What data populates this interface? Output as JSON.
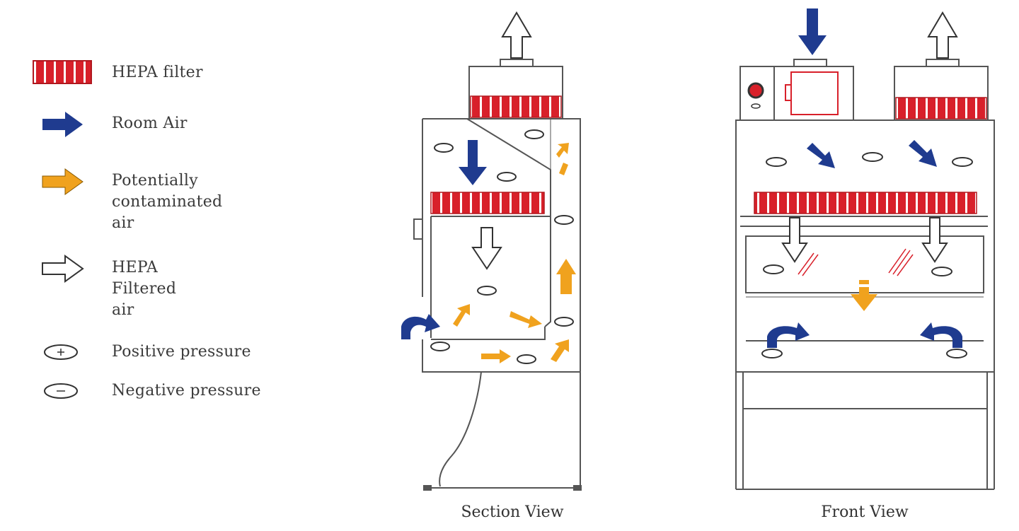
{
  "legend": {
    "hepa_filter": "HEPA filter",
    "room_air": "Room Air",
    "contaminated_air": [
      "Potentially",
      "contaminated",
      "air"
    ],
    "hepa_filtered_air": [
      "HEPA",
      "Filtered",
      "air"
    ],
    "positive_pressure": "Positive pressure",
    "negative_pressure": "Negative pressure"
  },
  "views": {
    "section": "Section View",
    "front": "Front View"
  },
  "colors": {
    "filter_red": "#d8202a",
    "room_air_blue": "#1f3b8f",
    "contaminated_orange": "#f0a21e",
    "outline": "#555555"
  }
}
